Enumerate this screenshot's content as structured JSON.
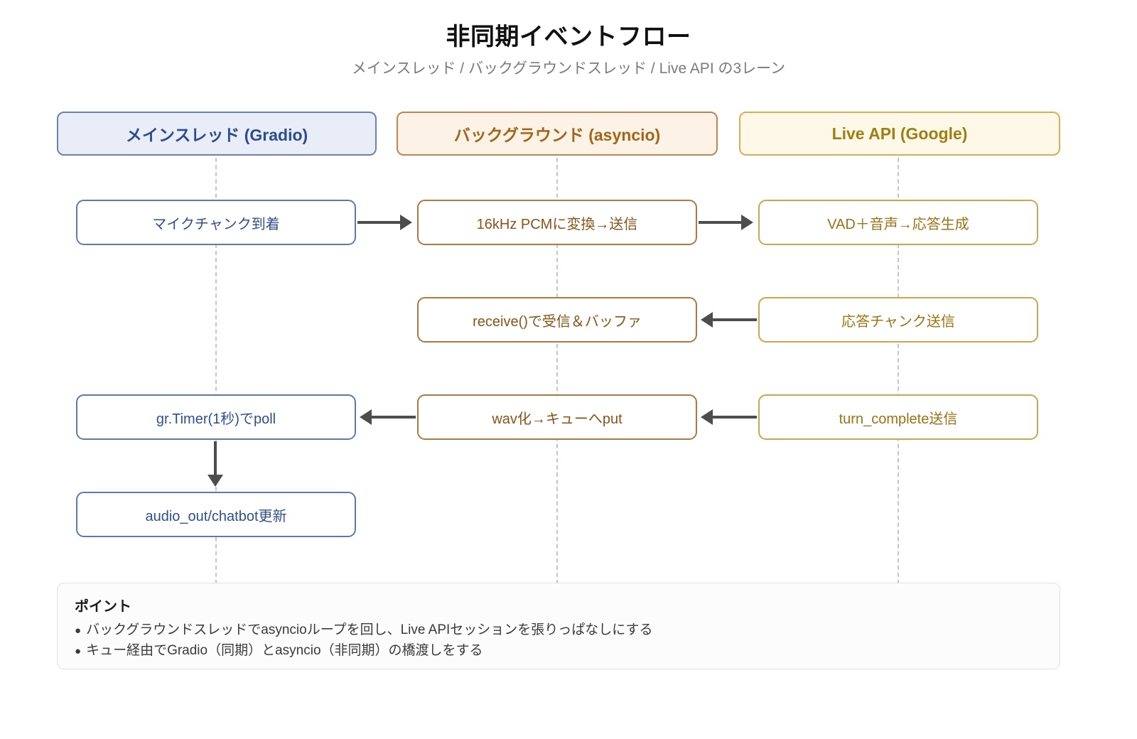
{
  "header": {
    "title": "非同期イベントフロー",
    "subtitle": "メインスレッド / バックグラウンドスレッド / Live API の3レーン"
  },
  "lanes": [
    {
      "id": "main-thread",
      "label": "メインスレッド (Gradio)",
      "accent": "#2d4b8e",
      "border": "#6a80b9",
      "fill": "#e8edf7"
    },
    {
      "id": "background",
      "label": "バックグラウンド (asyncio)",
      "accent": "#a3651a",
      "border": "#c08552",
      "fill": "#fcf2e6"
    },
    {
      "id": "live-api",
      "label": "Live API (Google)",
      "accent": "#a07d15",
      "border": "#d9ae55",
      "fill": "#fdf8e8"
    }
  ],
  "nodes": [
    {
      "id": "mic-chunk-arrives",
      "label": "マイクチャンク到着",
      "lane": "main-thread",
      "row": 1
    },
    {
      "id": "pcm-convert-send",
      "label": "16kHz PCMに変換→送信",
      "lane": "background",
      "row": 1
    },
    {
      "id": "vad-response-gen",
      "label": "VAD＋音声→応答生成",
      "lane": "live-api",
      "row": 1
    },
    {
      "id": "receive-buffer",
      "label": "receive()で受信＆バッファ",
      "lane": "background",
      "row": 2
    },
    {
      "id": "response-chunk-send",
      "label": "応答チャンク送信",
      "lane": "live-api",
      "row": 2
    },
    {
      "id": "gr-timer-poll",
      "label": "gr.Timer(1秒)でpoll",
      "lane": "main-thread",
      "row": 3
    },
    {
      "id": "wav-queue-put",
      "label": "wav化→キューへput",
      "lane": "background",
      "row": 3
    },
    {
      "id": "turn-complete-send",
      "label": "turn_complete送信",
      "lane": "live-api",
      "row": 3
    },
    {
      "id": "audio-out-chatbot-update",
      "label": "audio_out/chatbot更新",
      "lane": "main-thread",
      "row": 4
    }
  ],
  "edges": [
    {
      "id": "mic-to-pcm",
      "from": "mic-chunk-arrives",
      "to": "pcm-convert-send",
      "direction": "right"
    },
    {
      "id": "pcm-to-vad",
      "from": "pcm-convert-send",
      "to": "vad-response-gen",
      "direction": "right"
    },
    {
      "id": "chunk-to-receive",
      "from": "response-chunk-send",
      "to": "receive-buffer",
      "direction": "left"
    },
    {
      "id": "turn-to-wav",
      "from": "turn-complete-send",
      "to": "wav-queue-put",
      "direction": "left"
    },
    {
      "id": "wav-to-timer",
      "from": "wav-queue-put",
      "to": "gr-timer-poll",
      "direction": "left"
    },
    {
      "id": "timer-to-audio-out",
      "from": "gr-timer-poll",
      "to": "audio-out-chatbot-update",
      "direction": "down"
    }
  ],
  "note": {
    "title": "ポイント",
    "bullet_glyph": "●",
    "items": [
      "バックグラウンドスレッドでasyncioループを回し、Live APIセッションを張りっぱなしにする",
      "キュー経由でGradio（同期）とasyncio（非同期）の橋渡しをする"
    ]
  }
}
